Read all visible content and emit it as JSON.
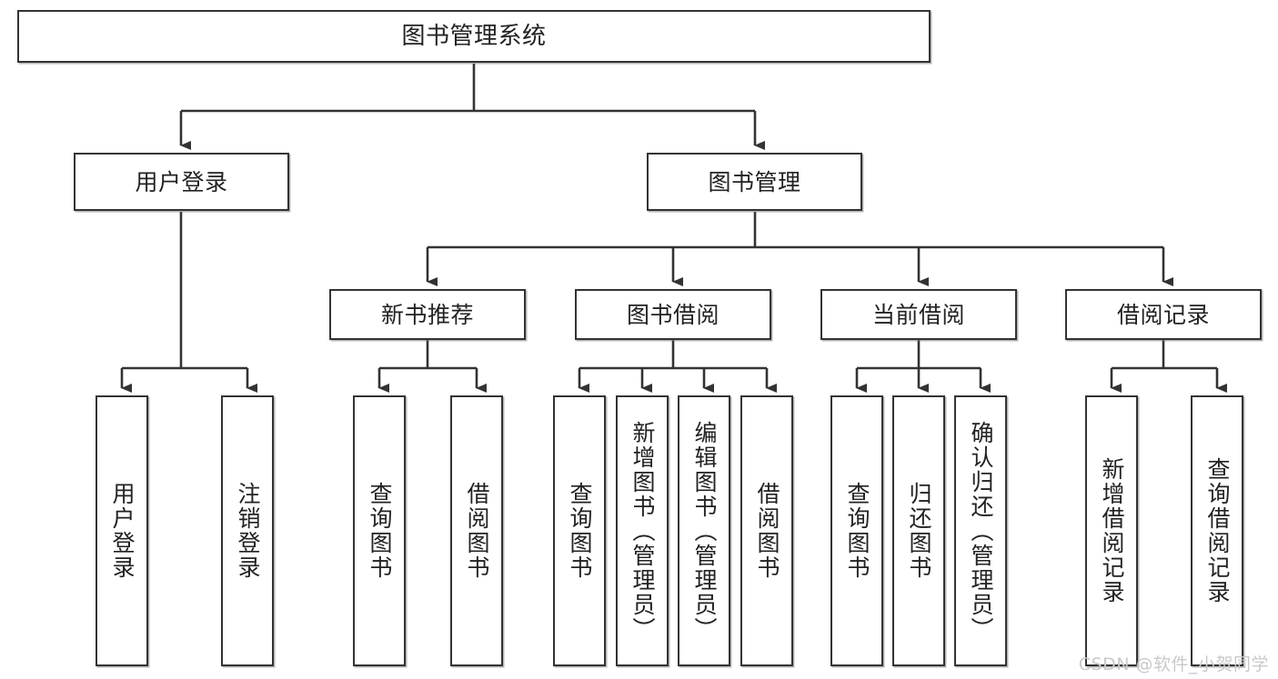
{
  "diagram": {
    "title": "图书管理系统",
    "watermark": "CSDN @软件_小贺同学",
    "colors": {
      "border": "#333333",
      "background": "#ffffff",
      "text": "#222222",
      "wire": "#333333",
      "watermark": "#c9c9c9"
    }
  },
  "nodes": {
    "root": {
      "label": "图书管理系统"
    },
    "level1": [
      {
        "label": "用户登录"
      },
      {
        "label": "图书管理"
      }
    ],
    "level2": [
      {
        "label": "新书推荐"
      },
      {
        "label": "图书借阅"
      },
      {
        "label": "当前借阅"
      },
      {
        "label": "借阅记录"
      }
    ],
    "leaves": {
      "user_login": [
        {
          "label": "用户登录"
        },
        {
          "label": "注销登录"
        }
      ],
      "new_book": [
        {
          "label": "查询图书"
        },
        {
          "label": "借阅图书"
        }
      ],
      "book_borrow": [
        {
          "label": "查询图书"
        },
        {
          "label": "新增图书（管理员）"
        },
        {
          "label": "编辑图书（管理员）"
        },
        {
          "label": "借阅图书"
        }
      ],
      "current_borrow": [
        {
          "label": "查询图书"
        },
        {
          "label": "归还图书"
        },
        {
          "label": "确认归还（管理员）"
        }
      ],
      "borrow_record": [
        {
          "label": "新增借阅记录"
        },
        {
          "label": "查询借阅记录"
        }
      ]
    }
  }
}
